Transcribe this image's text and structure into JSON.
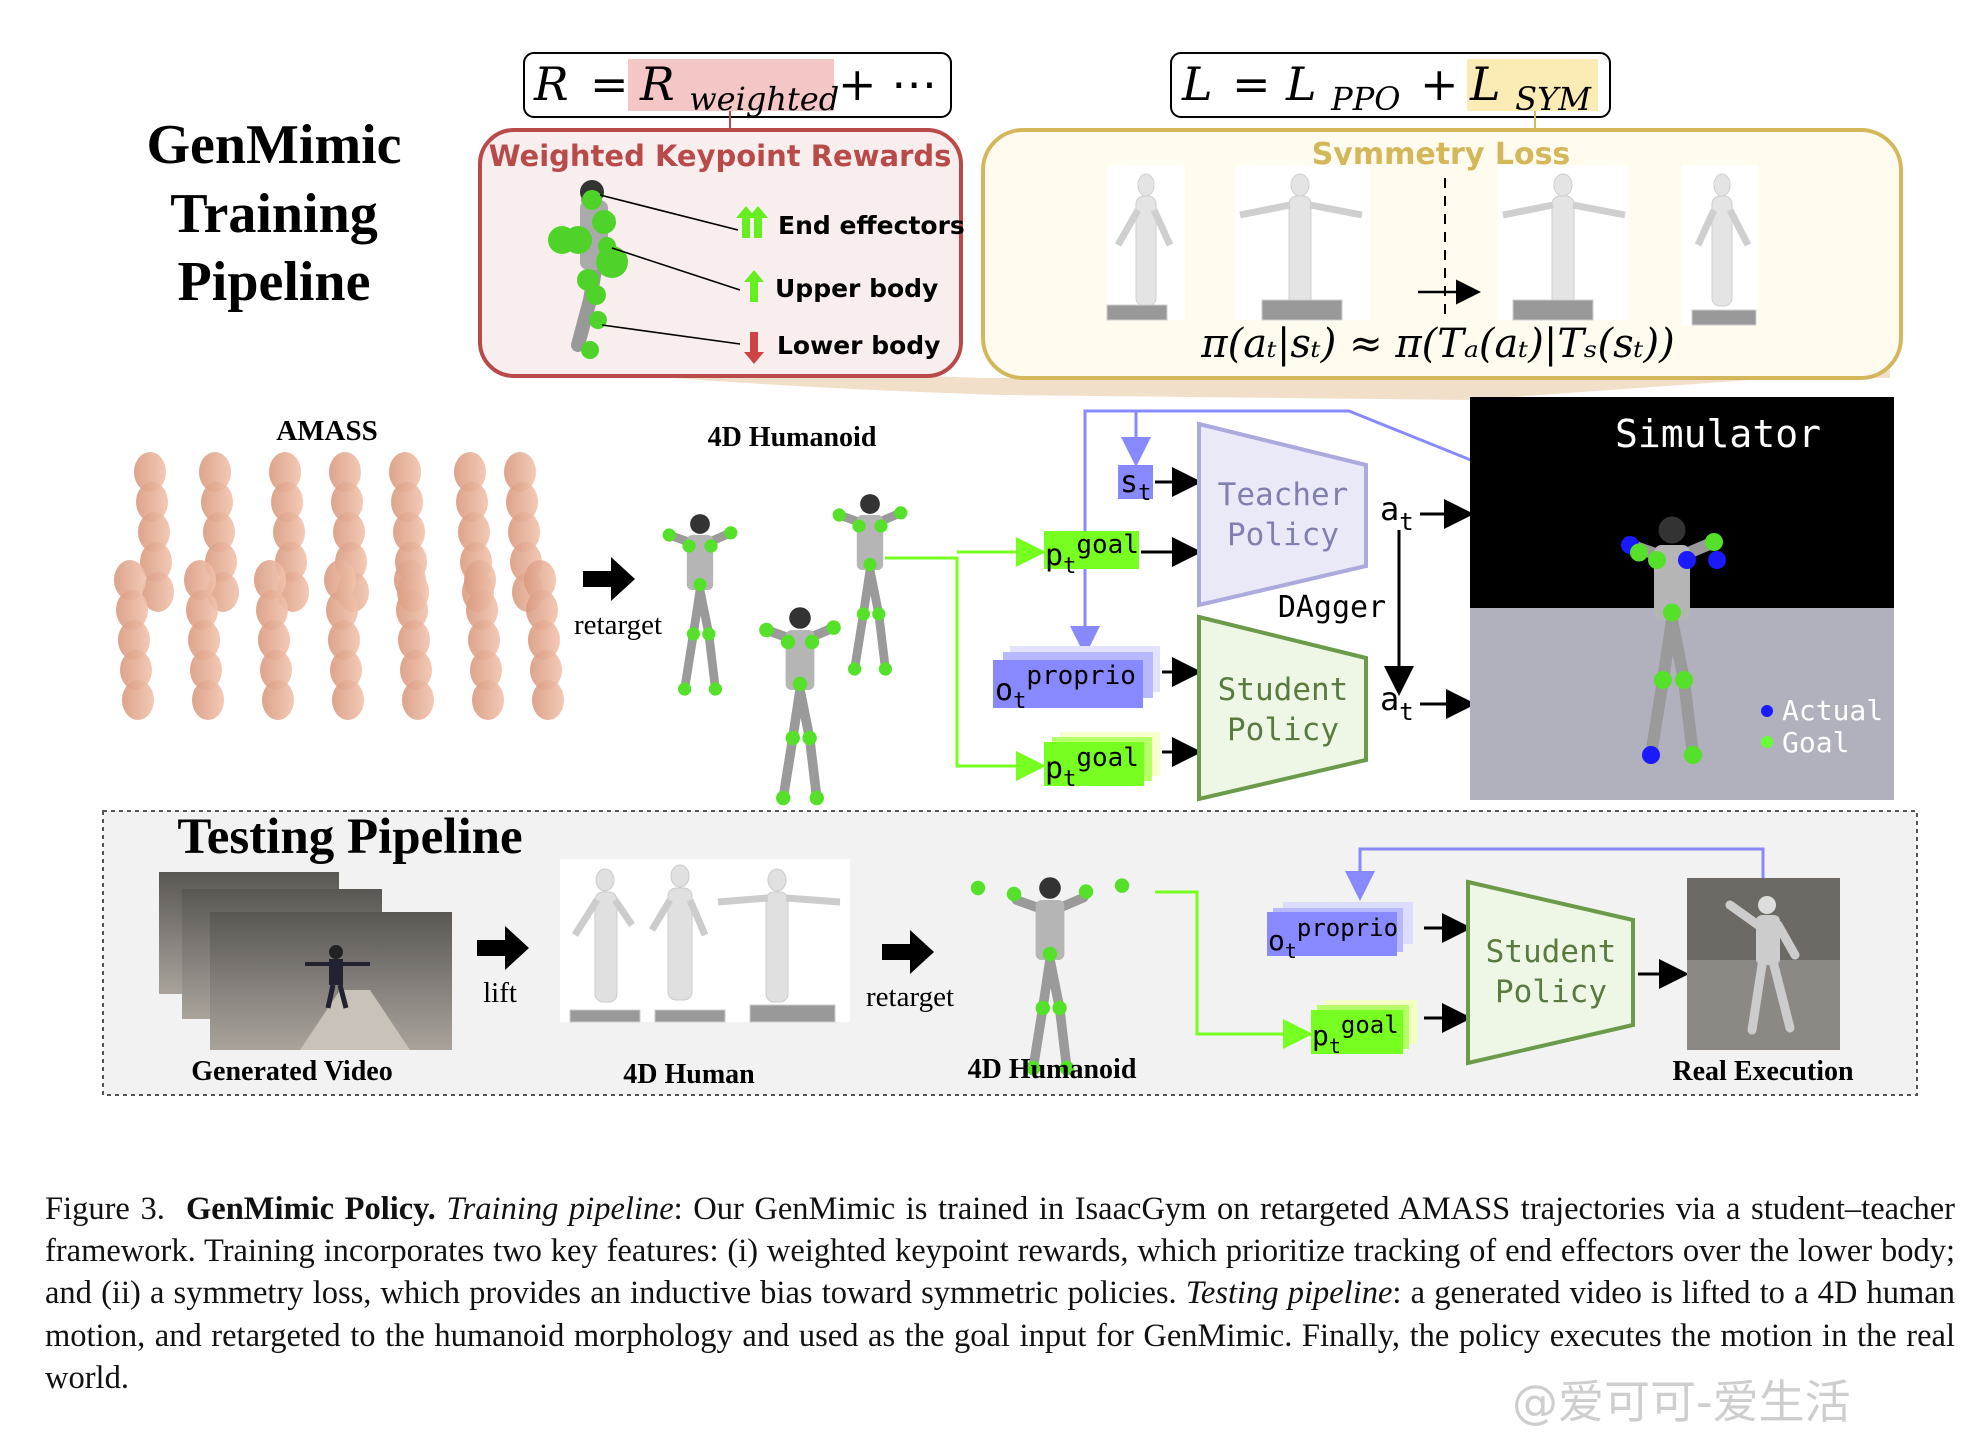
{
  "training": {
    "title_lines": [
      "GenMimic",
      "Training",
      "Pipeline"
    ],
    "reward_formula": {
      "lhs": "R",
      "eq": "=",
      "term": "R",
      "term_sub": "weighted",
      "rest": "+ ⋯"
    },
    "loss_formula": {
      "lhs": "L",
      "eq": "=",
      "ppo": "L",
      "ppo_sub": "PPO",
      "plus": "+",
      "sym": "L",
      "sym_sub": "SYM"
    },
    "reward_panel": {
      "title": "Weighted Keypoint Rewards",
      "items": [
        {
          "label": "End effectors",
          "icon": "double-up-arrow-icon"
        },
        {
          "label": "Upper body",
          "icon": "up-arrow-icon"
        },
        {
          "label": "Lower body",
          "icon": "down-arrow-icon"
        }
      ]
    },
    "symmetry_panel": {
      "title": "Symmetry Loss",
      "equation": "π(aₜ|sₜ) ≈ π(Tₐ(aₜ)|Tₛ(sₜ))"
    },
    "amass_label": "AMASS",
    "retarget_label": "retarget",
    "humanoid_label": "4D Humanoid",
    "inputs": {
      "s_t": {
        "base": "s",
        "sub": "t"
      },
      "p_goal": {
        "base": "p",
        "sub": "t",
        "sup": "goal"
      },
      "o_proprio": {
        "base": "o",
        "sub": "t",
        "sup": "proprio"
      }
    },
    "teacher_policy": [
      "Teacher",
      "Policy"
    ],
    "student_policy": [
      "Student",
      "Policy"
    ],
    "action": {
      "base": "a",
      "sub": "t"
    },
    "dagger_label": "DAgger",
    "simulator": {
      "title": "Simulator",
      "legend": [
        {
          "label": "Actual",
          "color": "#1a1aff"
        },
        {
          "label": "Goal",
          "color": "#66ff33"
        }
      ]
    }
  },
  "testing": {
    "title": "Testing Pipeline",
    "generated_video_label": "Generated Video",
    "lift_label": "lift",
    "human_label": "4D Human",
    "retarget_label": "retarget",
    "humanoid_label": "4D Humanoid",
    "student_policy": [
      "Student",
      "Policy"
    ],
    "real_execution_label": "Real Execution"
  },
  "caption": {
    "figure": "Figure 3.",
    "bold": "GenMimic Policy.",
    "italic1": "Training pipeline",
    "text1": ": Our GenMimic is trained in IsaacGym on retargeted AMASS trajectories via a student–teacher framework. Training incorporates two key features: (i) weighted keypoint rewards, which prioritize tracking of end effectors over the lower body; and (ii) a symmetry loss, which provides an inductive bias toward symmetric policies. ",
    "italic2": "Testing pipeline",
    "text2": ": a generated video is lifted to a 4D human motion, and retargeted to the humanoid morphology and used as the goal input for GenMimic. Finally, the policy executes the motion in the real world."
  },
  "watermark": "@爱可可-爱生活",
  "colors": {
    "reward": "#b84a4a",
    "symmetry": "#d4b75a",
    "teacher_blue": "#8888ff",
    "goal_green": "#77ff22",
    "student_green": "#6a9a4a"
  }
}
